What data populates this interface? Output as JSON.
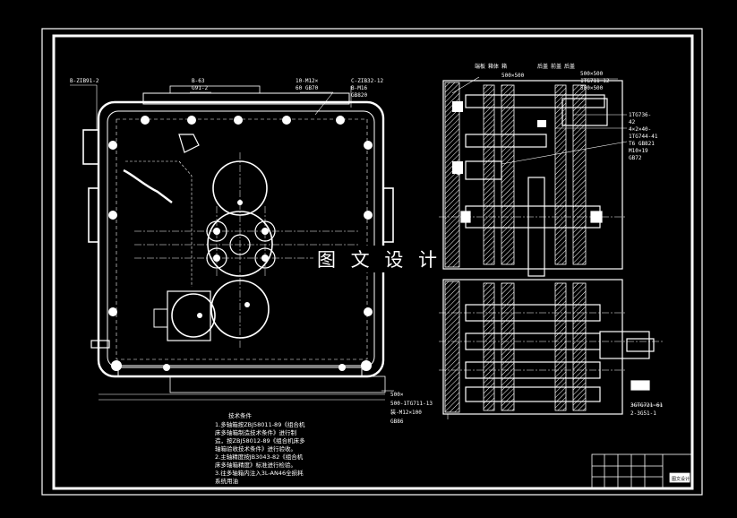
{
  "watermark": "图 文 设 计",
  "left_view_labels": {
    "left_part": "B-ZIB91-2",
    "top_a1": "B-63",
    "top_a2": "G91-2",
    "top_b1": "10-M12×",
    "top_b2": "60 GB70",
    "top_c1": "C-ZIB32-12",
    "top_c2": "B-M16",
    "top_c3": "GB820"
  },
  "right_view_labels": {
    "col1": "端板",
    "col2": "箱体",
    "col3": "箱",
    "col4": "后盖",
    "col5": "前盖",
    "col6": "后盖",
    "dim_left": "500×500",
    "dim_right": "500×500",
    "dim_right2": "1TG711-12",
    "dim_right3": "500×500",
    "r1": "1TG736-",
    "r2": "42",
    "r3": "4×2×40-",
    "r4": "1TG744-41",
    "r5": "T6 GB821",
    "r6": "M10×19",
    "r7": "GB72",
    "b_left1": "500×",
    "b_left2": "500-1TG711-13",
    "b_left3": "装-M12×100",
    "b_left4": "GB86",
    "b_right1": "3GTG721-61",
    "b_right2": "2-3G51-1"
  },
  "tech_notes": {
    "heading": "技术条件",
    "lines": [
      "1.多轴箱按ZBJ58011-89《组合机",
      "床多轴箱制造技术条件》进行制",
      "造，按ZBJ58012-89《组合机床多",
      "轴箱验收技术条件》进行验收。",
      "2.主轴精度按JB3043-82《组合机",
      "床多轴箱精度》标准进行检验。",
      "3.往多轴箱内注入3L-AN46全损耗",
      "系统用油"
    ]
  },
  "title_block": {
    "stamp": "图文设计"
  }
}
